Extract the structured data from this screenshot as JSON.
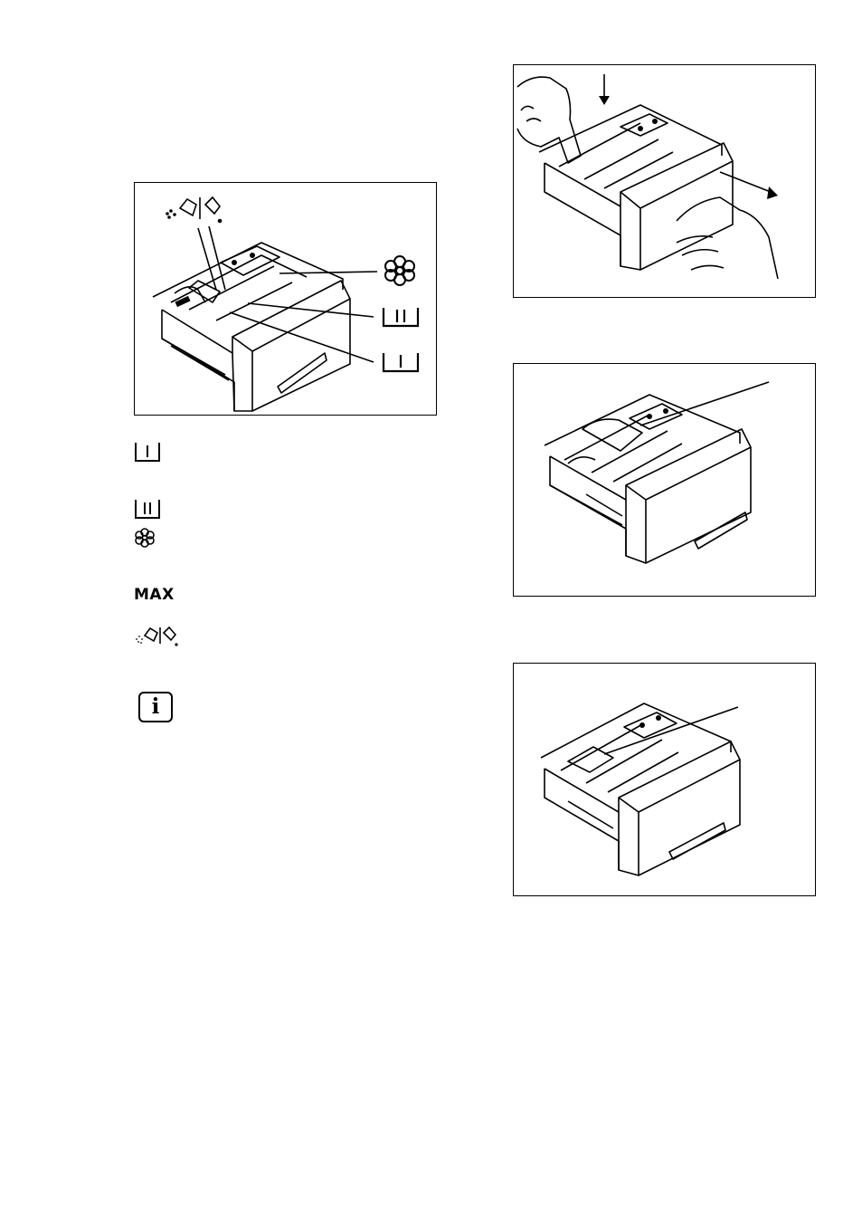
{
  "legend": {
    "max_label": "MAX",
    "info_glyph": "i"
  },
  "icons": {
    "prewash": "prewash-compartment-symbol",
    "mainwash": "main-wash-compartment-symbol",
    "softener": "fabric-softener-flower-symbol",
    "powder_liquid": "powder-liquid-detergent-symbol",
    "info": "information-icon"
  },
  "figures": [
    "detergent-dispenser-compartments",
    "remove-dispenser-drawer",
    "flap-position-powder",
    "flap-position-liquid"
  ]
}
